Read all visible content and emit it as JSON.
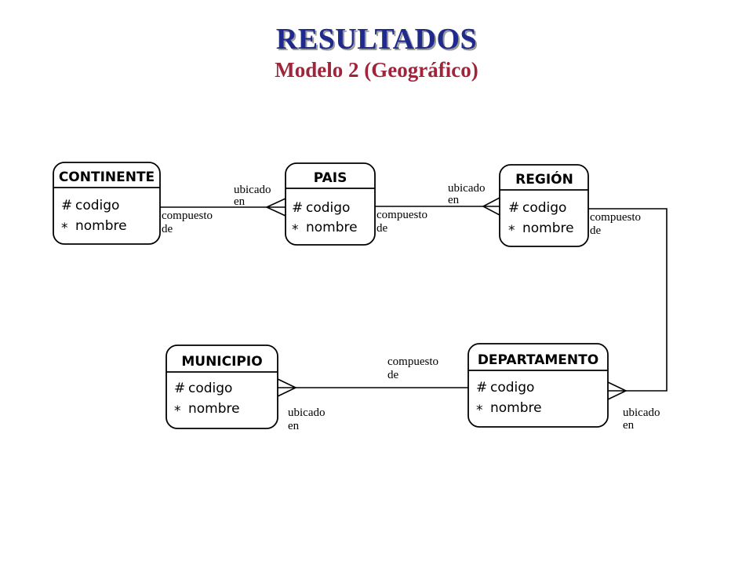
{
  "header": {
    "title": "RESULTADOS",
    "subtitle": "Modelo 2 (Geográfico)"
  },
  "entities": {
    "continente": {
      "name": "CONTINENTE",
      "attr1_mark": "#",
      "attr1": "codigo",
      "attr2_mark": "*",
      "attr2": "nombre"
    },
    "pais": {
      "name": "PAIS",
      "attr1_mark": "#",
      "attr1": "codigo",
      "attr2_mark": "*",
      "attr2": "nombre"
    },
    "region": {
      "name": "REGIÓN",
      "attr1_mark": "#",
      "attr1": "codigo",
      "attr2_mark": "*",
      "attr2": "nombre"
    },
    "municipio": {
      "name": "MUNICIPIO",
      "attr1_mark": "#",
      "attr1": "codigo",
      "attr2_mark": "*",
      "attr2": "nombre"
    },
    "departamento": {
      "name": "DEPARTAMENTO",
      "attr1_mark": "#",
      "attr1": "codigo",
      "attr2_mark": "*",
      "attr2": "nombre"
    }
  },
  "relationships": {
    "continente_pais": {
      "parent_line1": "compuesto",
      "parent_line2": "de",
      "child_line1": "ubicado",
      "child_line2": "en"
    },
    "pais_region": {
      "parent_line1": "compuesto",
      "parent_line2": "de",
      "child_line1": "ubicado",
      "child_line2": "en"
    },
    "region_departamento": {
      "parent_line1": "compuesto",
      "parent_line2": "de",
      "child_line1": "ubicado",
      "child_line2": "en"
    },
    "departamento_municipio": {
      "parent_line1": "compuesto",
      "parent_line2": "de",
      "child_line1": "ubicado",
      "child_line2": "en"
    }
  }
}
